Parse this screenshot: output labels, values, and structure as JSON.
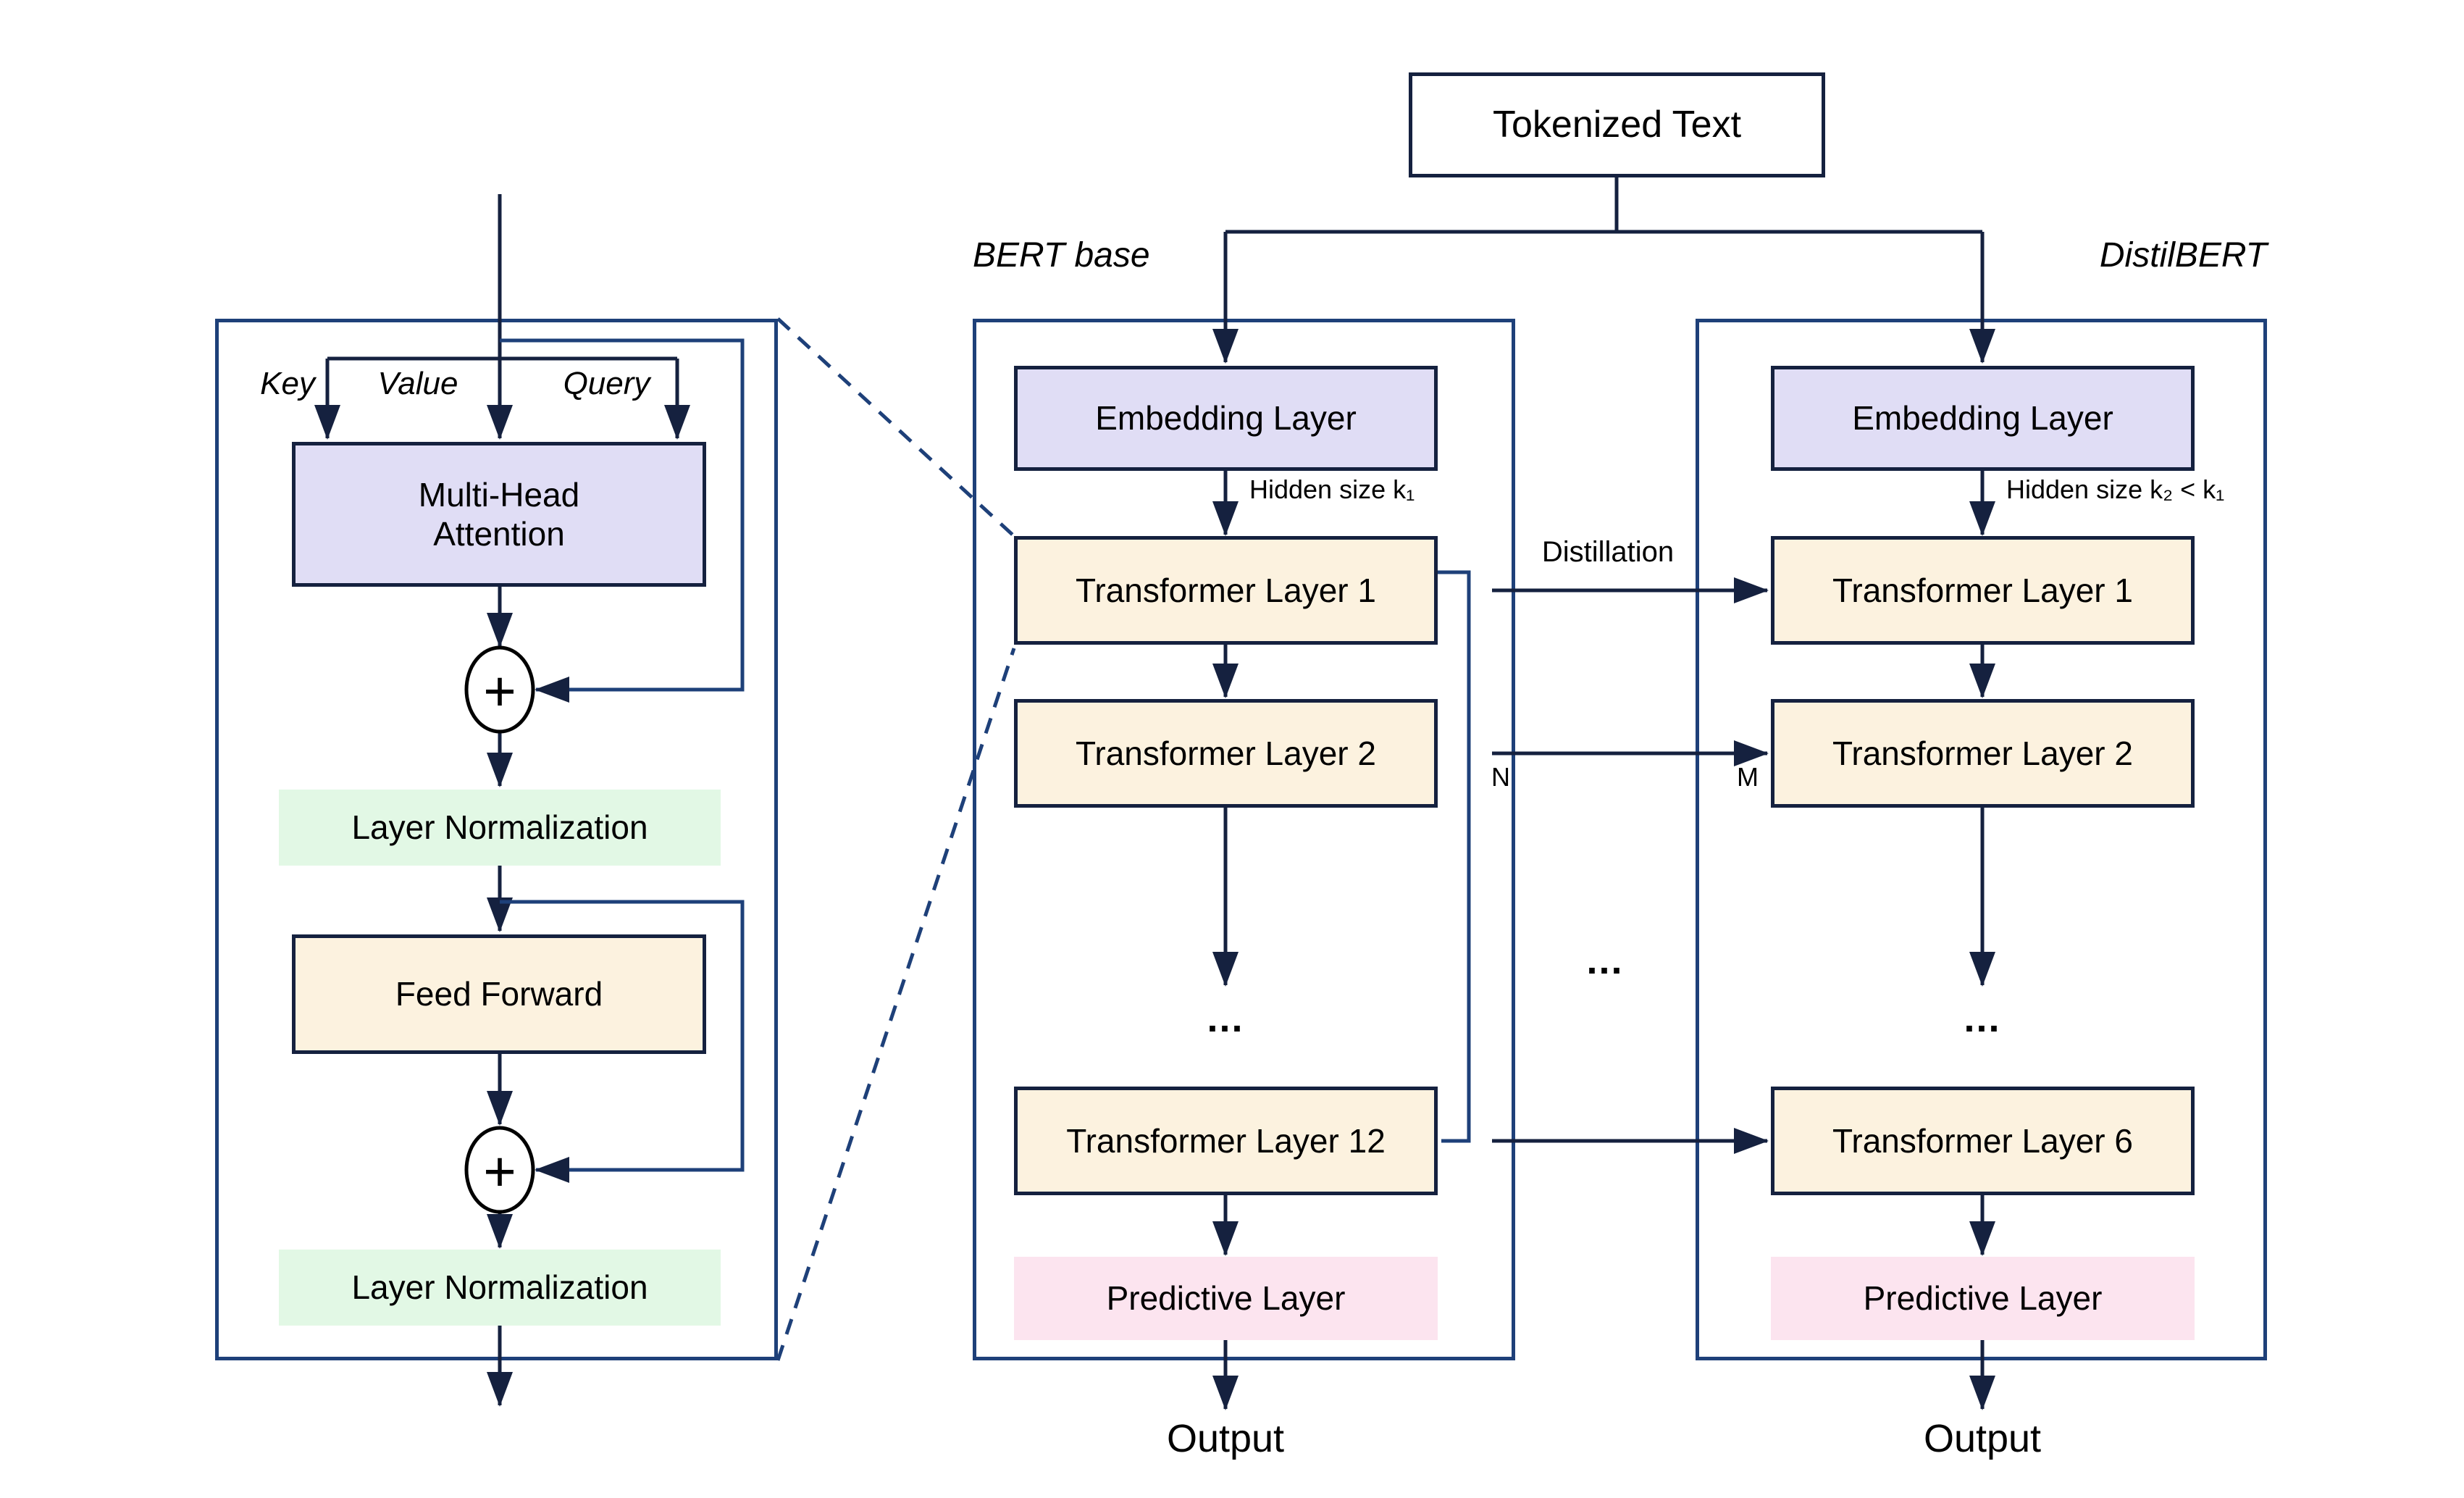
{
  "tokenized_text": "Tokenized Text",
  "detail": {
    "key": "Key",
    "value": "Value",
    "query": "Query",
    "mha": "Multi-Head Attention",
    "plus": "+",
    "layer_norm_1": "Layer Normalization",
    "feed_forward": "Feed Forward",
    "layer_norm_2": "Layer Normalization"
  },
  "bert": {
    "title": "BERT base",
    "embedding": "Embedding Layer",
    "hidden_size": "Hidden size k₁",
    "layers": [
      "Transformer Layer 1",
      "Transformer Layer 2",
      "Transformer Layer 12"
    ],
    "ellipsis": "...",
    "predictive": "Predictive Layer",
    "output": "Output"
  },
  "distilbert": {
    "title": "DistilBERT",
    "embedding": "Embedding Layer",
    "hidden_size": "Hidden size k₂ < k₁",
    "layers": [
      "Transformer Layer 1",
      "Transformer Layer 2",
      "Transformer Layer 6"
    ],
    "ellipsis": "...",
    "predictive": "Predictive Layer",
    "output": "Output"
  },
  "channel": {
    "distillation": "Distillation",
    "n_label": "N",
    "m_label": "M",
    "ellipsis": "..."
  },
  "colors": {
    "panel_border": "#1e4079",
    "box_border_and_arrows": "#15213f",
    "embedding_fill": "#e0ddf5",
    "transformer_fill": "#fcf2df",
    "layer_norm_fill": "#e2f8e5",
    "predictive_fill": "#fce4ef",
    "background": "#ffffff"
  }
}
